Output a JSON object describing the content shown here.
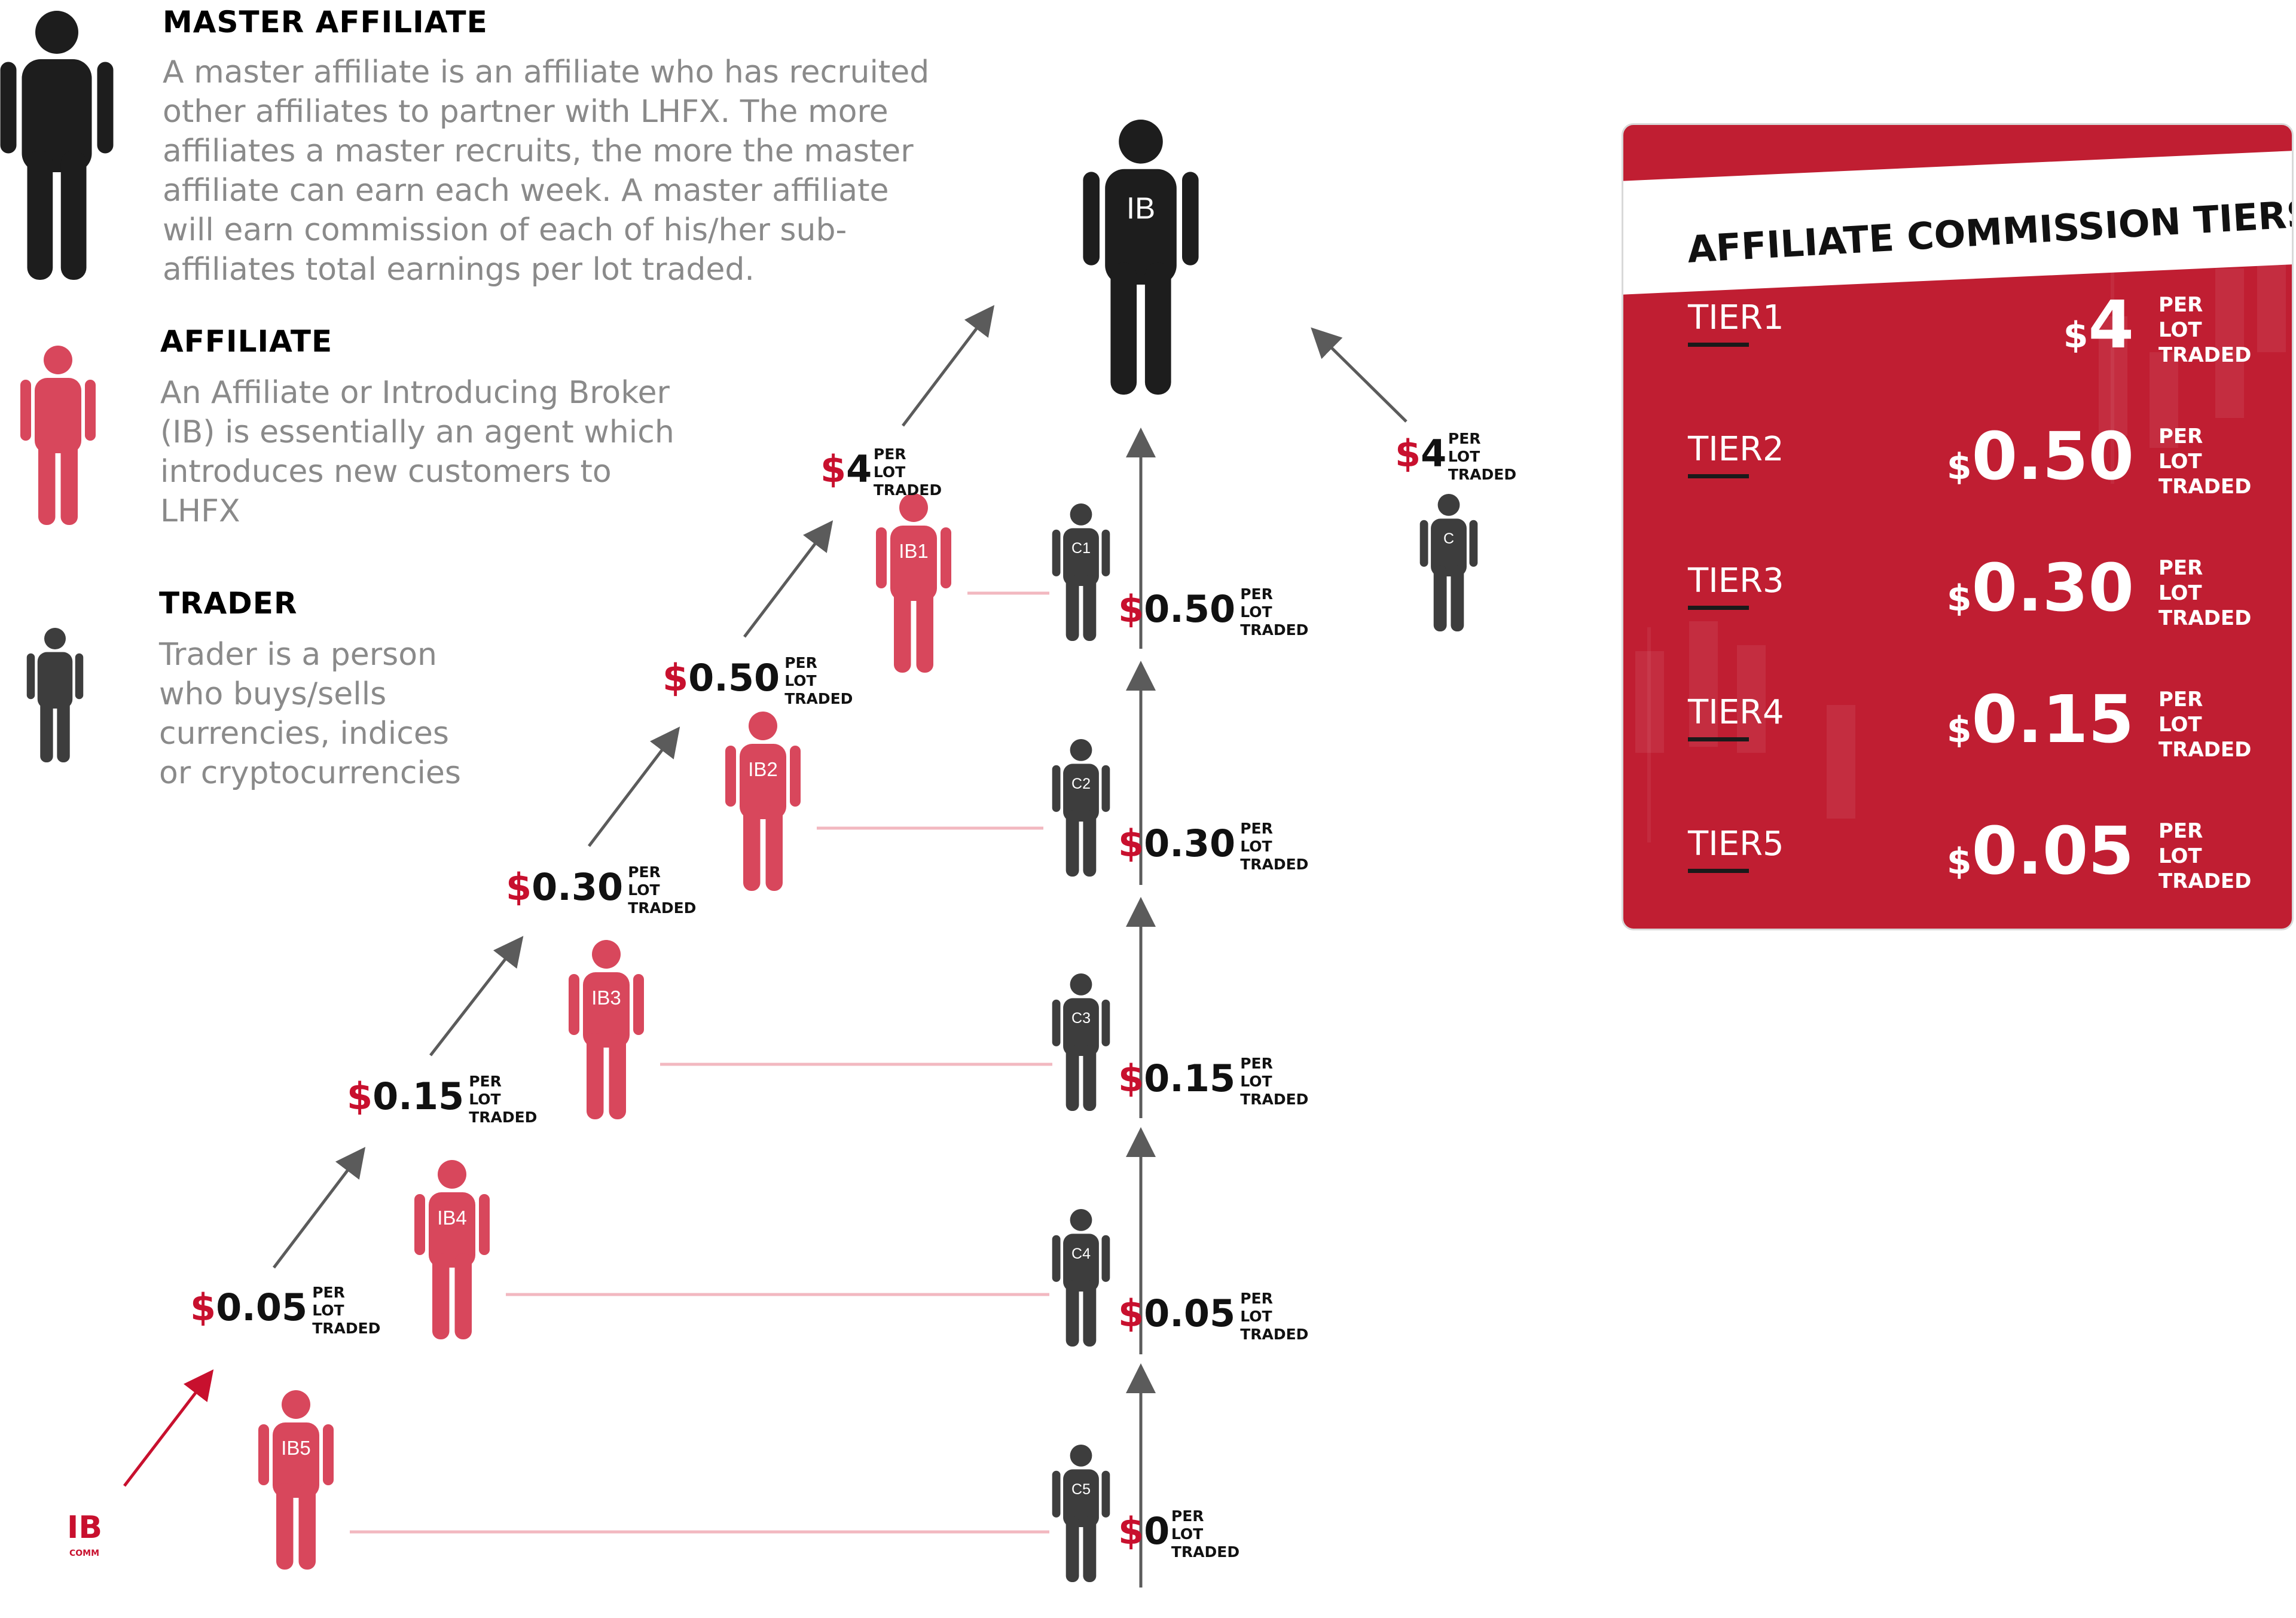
{
  "legend": {
    "master": {
      "title": "MASTER AFFILIATE",
      "lines": [
        "A master affiliate is an affiliate who has recruited",
        "other affiliates to partner with LHFX. The more",
        "affiliates a master recruits, the more the master",
        "affiliate can earn each week. A master affiliate",
        "will earn commission of each of his/her sub-",
        "affiliates total earnings per lot traded."
      ]
    },
    "affiliate": {
      "title": "AFFILIATE",
      "lines": [
        "An Affiliate or Introducing Broker",
        "(IB) is essentially an agent which",
        "introduces new customers to",
        "LHFX"
      ]
    },
    "trader": {
      "title": "TRADER",
      "lines": [
        "Trader is a person",
        "who buys/sells",
        "currencies, indices",
        "or cryptocurrencies"
      ]
    }
  },
  "colors": {
    "master": "#1d1d1d",
    "affiliate": "#d8475c",
    "trader": "#3d3d3d",
    "accent": "#c8102e",
    "arrow": "#5b5b5b",
    "link": "#f2b8c0",
    "panel": "#c01e32"
  },
  "diagram": {
    "master_label": "IB",
    "affiliates": [
      "IB1",
      "IB2",
      "IB3",
      "IB4",
      "IB5"
    ],
    "clients": [
      "C1",
      "C2",
      "C3",
      "C4",
      "C5"
    ],
    "side_client": "C",
    "per_lines": [
      "PER",
      "LOT",
      "TRADED"
    ],
    "dollar_sign": "$",
    "affiliate_amounts": [
      "4",
      "0.50",
      "0.30",
      "0.15",
      "0.05"
    ],
    "client_amounts": [
      "0.50",
      "0.30",
      "0.15",
      "0.05",
      "0"
    ],
    "side_amount": "4",
    "logo_text": "IB",
    "logo_sub": "COMM"
  },
  "tiers": {
    "title": "AFFILIATE COMMISSION TIERS",
    "items": [
      {
        "label": "TIER1",
        "dollar": "$",
        "value": "4"
      },
      {
        "label": "TIER2",
        "dollar": "$",
        "value": "0.50"
      },
      {
        "label": "TIER3",
        "dollar": "$",
        "value": "0.30"
      },
      {
        "label": "TIER4",
        "dollar": "$",
        "value": "0.15"
      },
      {
        "label": "TIER5",
        "dollar": "$",
        "value": "0.05"
      }
    ],
    "per": [
      "PER",
      "LOT",
      "TRADED"
    ]
  }
}
